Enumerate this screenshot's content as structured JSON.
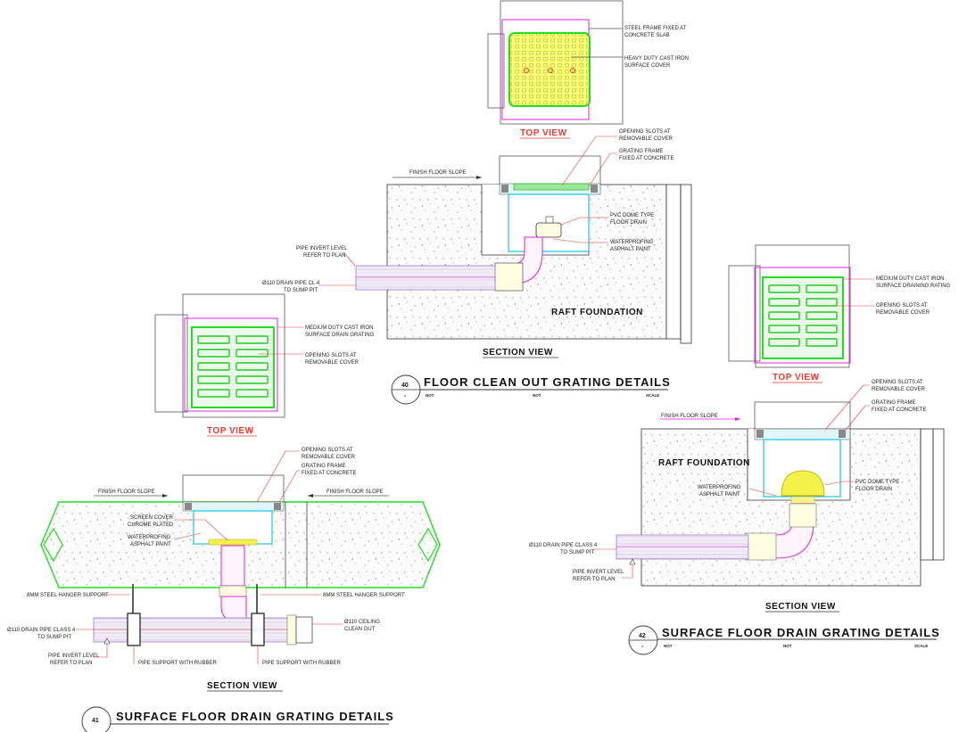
{
  "top_detail": {
    "top_view_label": "TOP VIEW",
    "cover_notes": [
      "STEEL FRAME FIXED AT",
      "CONCRETE SLAB",
      "HEAVY DUTY CAST IRON",
      "SURFACE COVER"
    ]
  },
  "detail_40": {
    "number": "40",
    "number_sub": "-",
    "title": "FLOOR CLEAN OUT GRATING DETAILS",
    "sub_left": "NOT",
    "sub_mid": "NOT",
    "sub_right": "SCALE",
    "section_view_label": "SECTION VIEW",
    "top_view_label": "TOP VIEW",
    "finish_floor_slope": "FINISH FLOOR SLOPE",
    "raft_foundation": "RAFT FOUNDATION",
    "notes": {
      "opening_slots_1": "OPENING SLOTS AT",
      "opening_slots_2": "REMOVABLE COVER",
      "grating_frame_1": "GRATING FRAME",
      "grating_frame_2": "FIXED AT CONCRETE",
      "pvc_dome_1": "PVC DOME TYPE",
      "pvc_dome_2": "FLOOR DRAIN",
      "waterproofing_1": "WATERPROFING",
      "waterproofing_2": "ASPHALT PAINT",
      "pipe_invert_1": "PIPE INVERT LEVEL",
      "pipe_invert_2": "REFER TO PLAN",
      "drain_pipe_1": "Ø110 DRAIN PIPE CL.4",
      "drain_pipe_2": "TO SUMP PIT",
      "medium_duty_1": "MEDIUM DUTY CAST IRON",
      "medium_duty_2": "SURFACE DRAIN GRATING",
      "opening_slots_tv_1": "OPENING SLOTS AT",
      "opening_slots_tv_2": "REMOVABLE COVER"
    }
  },
  "detail_41": {
    "number": "41",
    "title": "SURFACE FLOOR DRAIN GRATING DETAILS",
    "section_view_label": "SECTION VIEW",
    "finish_floor_slope_left": "FINISH FLOOR SLOPE",
    "finish_floor_slope_right": "FINISH FLOOR SLOPE",
    "notes": {
      "opening_slots_1": "OPENING SLOTS AT",
      "opening_slots_2": "REMOVABLE COVER",
      "grating_frame_1": "GRATING FRAME",
      "grating_frame_2": "FIXED AT CONCRETE",
      "screen_cover_1": "SCREEN COVER",
      "screen_cover_2": "CHROME PLATED",
      "waterproofing_1": "WATERPROFING",
      "waterproofing_2": "ASPHALT PAINT",
      "hanger_left": "8MM STEEL HANGER SUPPORT",
      "hanger_right": "8MM STEEL HANGER SUPPORT",
      "drain_pipe_1": "Ø110 DRAIN PIPE CLASS 4",
      "drain_pipe_2": "TO SUMP PIT",
      "ceiling_clean_1": "Ø110 CEILING",
      "ceiling_clean_2": "CLEAN OUT",
      "pipe_invert_1": "PIPE INVERT LEVEL",
      "pipe_invert_2": "REFER TO PLAN",
      "pipe_support_left": "PIPE SUPPORT WITH RUBBER",
      "pipe_support_right": "PIPE SUPPORT WITH RUBBER"
    }
  },
  "detail_42": {
    "number": "42",
    "number_sub": "-",
    "title": "SURFACE FLOOR DRAIN GRATING DETAILS",
    "sub_left": "NOT",
    "sub_mid": "NOT",
    "sub_right": "SCALE",
    "section_view_label": "SECTION VIEW",
    "top_view_label": "TOP VIEW",
    "finish_floor_slope": "FINISH FLOOR SLOPE",
    "raft_foundation": "RAFT FOUNDATION",
    "notes": {
      "medium_duty_1": "MEDIUM DUTY CAST IRON",
      "medium_duty_2": "SURFACE DRAINING RATING",
      "opening_slots_tv_1": "OPENING SLOTS AT",
      "opening_slots_tv_2": "REMOVABLE COVER",
      "opening_slots_1": "OPENING SLOTS AT",
      "opening_slots_2": "REMOVABLE COVER",
      "grating_frame_1": "GRATING FRAME",
      "grating_frame_2": "FIXED AT CONCRETE",
      "pvc_dome_1": "PVC DOME TYPE",
      "pvc_dome_2": "FLOOR DRAIN",
      "waterproofing_1": "WATERPROFING",
      "waterproofing_2": "ASPHALT PAINT",
      "drain_pipe_1": "Ø110 DRAIN PIPE CLASS 4",
      "drain_pipe_2": "TO SUMP PIT",
      "pipe_invert_1": "PIPE INVERT LEVEL",
      "pipe_invert_2": "REFER TO PLAN"
    }
  },
  "colors": {
    "grating": "#22dd22",
    "frame": "#e020e0",
    "drain_body": "#19c6e6",
    "leader": "#e8382f",
    "pvc": "#f0ee20"
  }
}
